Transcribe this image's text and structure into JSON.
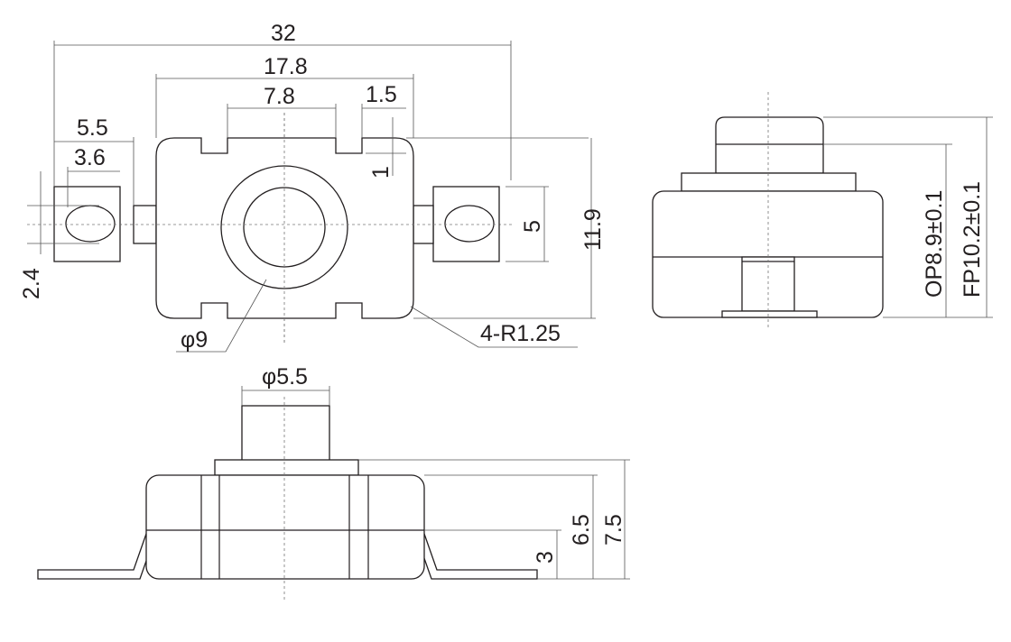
{
  "top_view": {
    "dim_overall": "32",
    "dim_body": "17.8",
    "dim_notch_spacing": "7.8",
    "dim_notch_width": "1.5",
    "dim_notch_depth": "1",
    "dim_tab_outer": "5.5",
    "dim_tab_inner": "3.6",
    "dim_hole": "2.4",
    "dim_tab_height": "5",
    "dim_body_height": "11.9",
    "dim_button_dia": "φ9",
    "dim_radius": "4-R1.25"
  },
  "side_view": {
    "dim_operating": "OP8.9±0.1",
    "dim_free": "FP10.2±0.1"
  },
  "front_view": {
    "dim_button_dia": "φ5.5",
    "dim_body_height": "6.5",
    "dim_total_height": "7.5",
    "dim_lead_height": "3"
  }
}
